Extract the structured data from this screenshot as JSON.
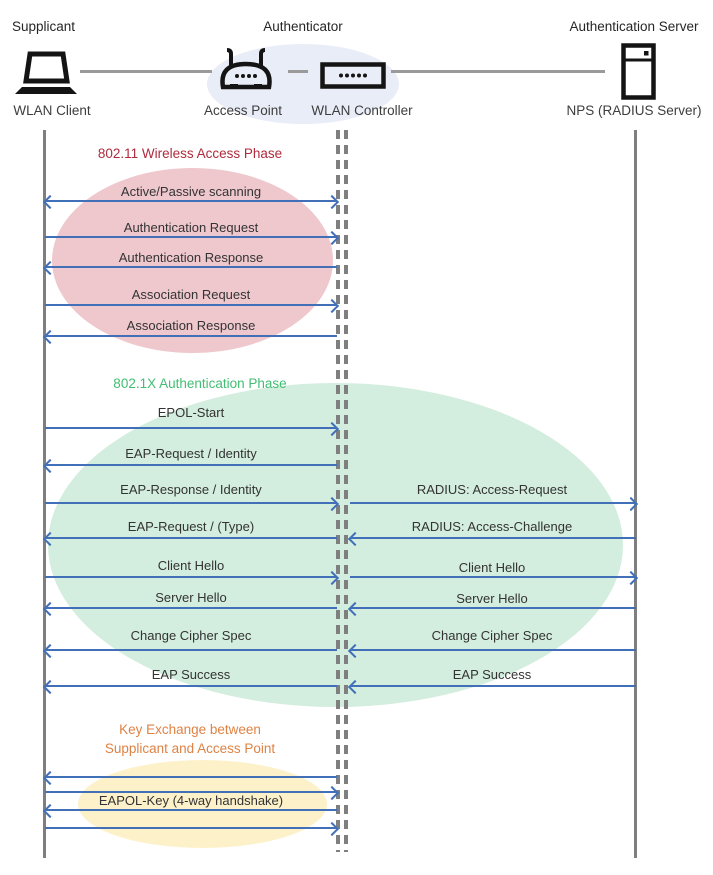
{
  "header": {
    "roles": [
      {
        "label": "Supplicant"
      },
      {
        "label": "Authenticator"
      },
      {
        "label": "Authentication Server"
      }
    ],
    "nodes": [
      {
        "label": "WLAN Client",
        "icon": "laptop-icon"
      },
      {
        "label": "Access Point",
        "icon": "access-point-icon"
      },
      {
        "label": "WLAN Controller",
        "icon": "wlan-controller-icon"
      },
      {
        "label": "NPS (RADIUS Server)",
        "icon": "server-icon"
      }
    ]
  },
  "phases": [
    {
      "title": "802.11 Wireless Access Phase",
      "title_color": "#ae2b3c",
      "ellipse_color": "#efc8ce"
    },
    {
      "title": "802.1X Authentication Phase",
      "title_color": "#42be73",
      "ellipse_color": "#d3edde"
    },
    {
      "title_line1": "Key Exchange between",
      "title_line2": "Supplicant and Access Point",
      "title_color": "#de8244",
      "ellipse_color": "#fdf1ca"
    }
  ],
  "messages": {
    "client_to_authenticator": [
      {
        "label": "Active/Passive scanning",
        "direction": "both"
      },
      {
        "label": "Authentication Request",
        "direction": "right"
      },
      {
        "label": "Authentication Response",
        "direction": "left"
      },
      {
        "label": "Association Request",
        "direction": "right"
      },
      {
        "label": "Association Response",
        "direction": "left"
      },
      {
        "label": "EPOL-Start",
        "direction": "right"
      },
      {
        "label": "EAP-Request / Identity",
        "direction": "left"
      },
      {
        "label": "EAP-Response / Identity",
        "direction": "right"
      },
      {
        "label": "EAP-Request / (Type)",
        "direction": "left"
      },
      {
        "label": "Client Hello",
        "direction": "right"
      },
      {
        "label": "Server Hello",
        "direction": "left"
      },
      {
        "label": "Change Cipher Spec",
        "direction": "left"
      },
      {
        "label": "EAP Success",
        "direction": "left"
      },
      {
        "label": "EAPOL-Key (4-way handshake)",
        "direction": "left,right,left,right"
      }
    ],
    "authenticator_to_server": [
      {
        "label": "RADIUS: Access-Request",
        "direction": "right"
      },
      {
        "label": "RADIUS: Access-Challenge",
        "direction": "left"
      },
      {
        "label": "Client Hello",
        "direction": "right"
      },
      {
        "label": "Server Hello",
        "direction": "left"
      },
      {
        "label": "Change Cipher Spec",
        "direction": "left"
      },
      {
        "label": "EAP Success",
        "direction": "left"
      }
    ]
  },
  "colors": {
    "arrow": "#4170b8",
    "lifeline": "#7f7f7f",
    "header_ellipse": "#e9edf7",
    "phase1_ellipse": "#efc8ce",
    "phase2_ellipse": "#d3edde",
    "phase3_ellipse": "#fdf1ca",
    "phase1_title": "#ae2b3c",
    "phase2_title": "#42be73",
    "phase3_title": "#de8244"
  }
}
